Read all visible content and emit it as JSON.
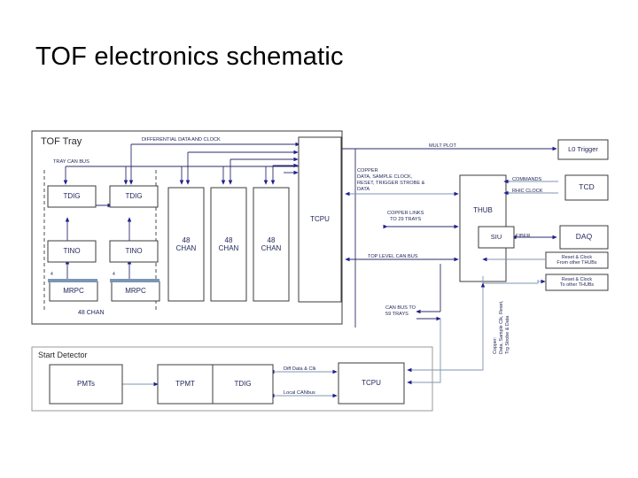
{
  "slide": {
    "title": "TOF electronics schematic",
    "background": "#ffffff",
    "line_color": "#7f94b0",
    "arrow_color": "#1f1f8f",
    "box_border": "#3b3b3b",
    "text_color": "#22285a"
  },
  "tray": {
    "group_label": "TOF Tray",
    "bus_label": "TRAY CAN BUS",
    "diff_label": "DIFFERENTIAL DATA AND CLOCK",
    "chan_footer": "48 CHAN",
    "stack_marker": "4",
    "columns": [
      {
        "tdig": "TDIG",
        "tino": "TINO",
        "mrpc": "MRPC"
      },
      {
        "tdig": "TDIG",
        "tino": "TINO",
        "mrpc": "MRPC"
      }
    ],
    "chan_boxes": [
      "48\nCHAN",
      "48\nCHAN",
      "48\nCHAN"
    ],
    "tcpu": "TCPU"
  },
  "hub": {
    "copper_label": "COPPER\nDATA, SAMPLE CLOCK,\nRESET, TRIGGER STROBE &\nDATA",
    "copper_links_label": "COPPER LINKS\nTO 29 TRAYS",
    "top_can_label": "TOP LEVEL CAN BUS",
    "can_bus_trays_label": "CAN BUS TO\n59 TRAYS",
    "mult_label": "MULT PLOT",
    "thub": "THUB",
    "siu": "SIU",
    "fiber_label": "FIBER",
    "commands_label": "COMMANDS",
    "rhic_clock_label": "RHIC CLOCK",
    "vertical_label": "Copper:\nData, Sample Clk, Reset,\nTrg Strobe & Data"
  },
  "right_boxes": [
    {
      "label": "L0 Trigger"
    },
    {
      "label": "TCD"
    },
    {
      "label": "DAQ"
    },
    {
      "label": "Reset & Clock\nFrom other THUBs"
    },
    {
      "label": "Reset & Clock\nTo other THUBs"
    }
  ],
  "start_detector": {
    "group_label": "Start Detector",
    "pmts": "PMTs",
    "tpmt": "TPMT",
    "tdig": "TDIG",
    "tcpu": "TCPU",
    "diff_label": "Diff Data & Clk",
    "can_label": "Local CANbus"
  }
}
